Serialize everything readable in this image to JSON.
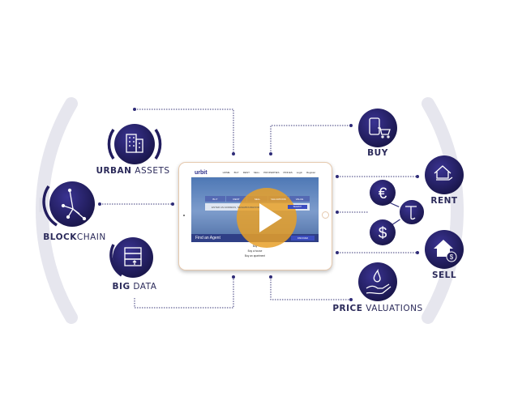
{
  "nodes": {
    "urban_assets": {
      "bold": "URBAN",
      "rest": " ASSETS"
    },
    "blockchain": {
      "bold": "BLOCK",
      "rest": "CHAIN"
    },
    "big_data": {
      "bold": "BIG",
      "rest": " DATA"
    },
    "buy": {
      "bold": "BUY",
      "rest": ""
    },
    "rent": {
      "bold": "RENT",
      "rest": ""
    },
    "sell": {
      "bold": "SELL",
      "rest": ""
    },
    "price_valuations": {
      "bold": "PRICE",
      "rest": " VALUATIONS"
    }
  },
  "currencies": [
    "€",
    "$"
  ],
  "tablet": {
    "logo": "urbit",
    "nav": [
      "HOME",
      "BUY",
      "RENT",
      "SELL",
      "PROPERTIES",
      "PRICES",
      "Login",
      "Register"
    ],
    "tabs": [
      "BUY",
      "RENT",
      "SELL",
      "VALUATIONS",
      "VALUE"
    ],
    "search_placeholder": "ENTER AN ADDRESS, NEIGHBOURHOOD",
    "search_button": "SEARCH",
    "agent_title": "Find an Agent",
    "agent_button": "DISCOVER",
    "list": [
      "Buy",
      "Buy a house",
      "Buy an apartment"
    ]
  },
  "colors": {
    "navy": "#221d5e",
    "arc": "#e6e6ee",
    "play": "#e8a028"
  }
}
